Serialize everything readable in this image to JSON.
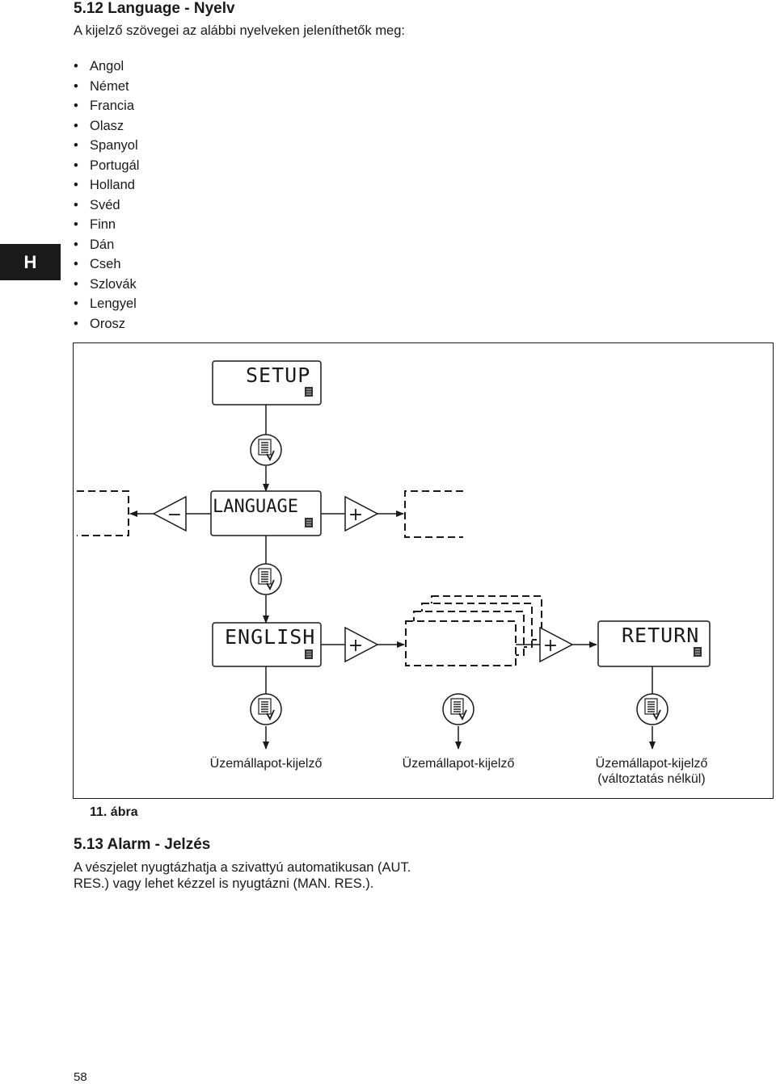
{
  "side_tab": "H",
  "section_512": {
    "title": "5.12 Language - Nyelv",
    "intro": "A kijelző szövegei az alábbi nyelveken jeleníthetők meg:",
    "bullet": "•",
    "languages": [
      "Angol",
      "Német",
      "Francia",
      "Olasz",
      "Spanyol",
      "Portugál",
      "Holland",
      "Svéd",
      "Finn",
      "Dán",
      "Cseh",
      "Szlovák",
      "Lengyel",
      "Orosz"
    ]
  },
  "figure": {
    "displays": {
      "setup": "SETUP",
      "language": "LANGUAGE",
      "english": "ENGLISH",
      "return": "RETURN"
    },
    "plus": "+",
    "minus": "−",
    "captions": {
      "c1": "Üzemállapot-kijelző",
      "c2": "Üzemállapot-kijelző",
      "c3": "Üzemállapot-kijelző",
      "c3_sub": "(változtatás nélkül)"
    },
    "caption_label": "11. ábra"
  },
  "section_513": {
    "title": "5.13 Alarm - Jelzés",
    "text": "A vészjelet nyugtázhatja a szivattyú automatikusan (AUT. RES.) vagy lehet kézzel is nyugtázni (MAN. RES.)."
  },
  "page_number": "58"
}
